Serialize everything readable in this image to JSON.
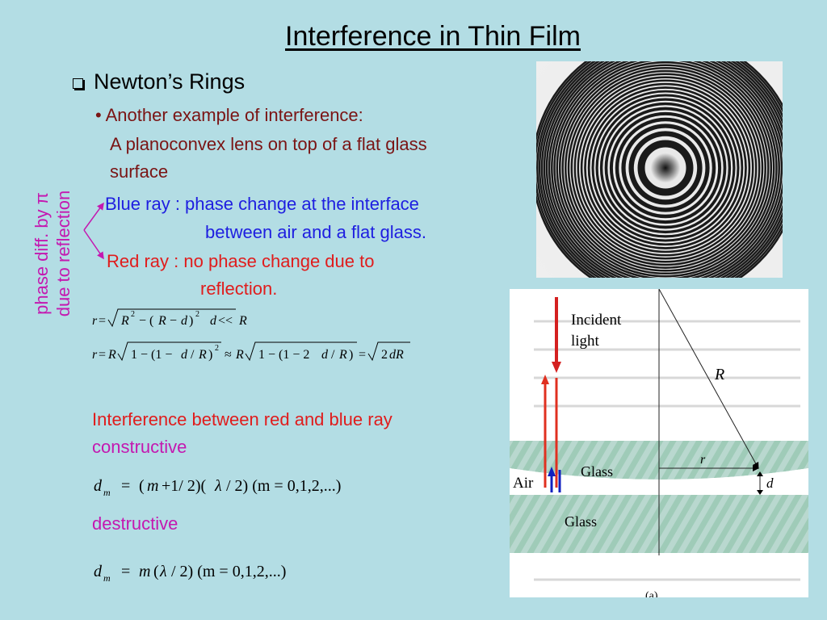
{
  "title": "Interference in Thin Film",
  "newtons_rings": {
    "heading": "Newton’s Rings",
    "bullet": "• Another example of interference:",
    "desc_line1": "A planoconvex lens on top of a flat glass",
    "desc_line2": "surface"
  },
  "side_label": {
    "line1": "phase diff. by π",
    "line2": "due to reflection"
  },
  "blue_ray": {
    "line1": "Blue ray : phase change at the interface",
    "line2": "between air and a flat glass."
  },
  "red_ray": {
    "line1": "Red ray : no phase change due to",
    "line2": "reflection."
  },
  "interference": {
    "line1": "Interference between red and blue ray",
    "constructive": "constructive",
    "destructive": "destructive"
  },
  "diagram": {
    "incident_label_1": "Incident",
    "incident_label_2": "light",
    "R_label": "R",
    "r_label": "r",
    "d_label": "d",
    "air_label": "Air",
    "glass_top_label": "Glass",
    "glass_bottom_label": "Glass",
    "caption": "(a)"
  },
  "colors": {
    "background": "#b3dde4",
    "blue_text": "#1e1ee0",
    "red_text": "#e01c1c",
    "magenta_text": "#c418b0",
    "dark_red_text": "#7a1414"
  }
}
